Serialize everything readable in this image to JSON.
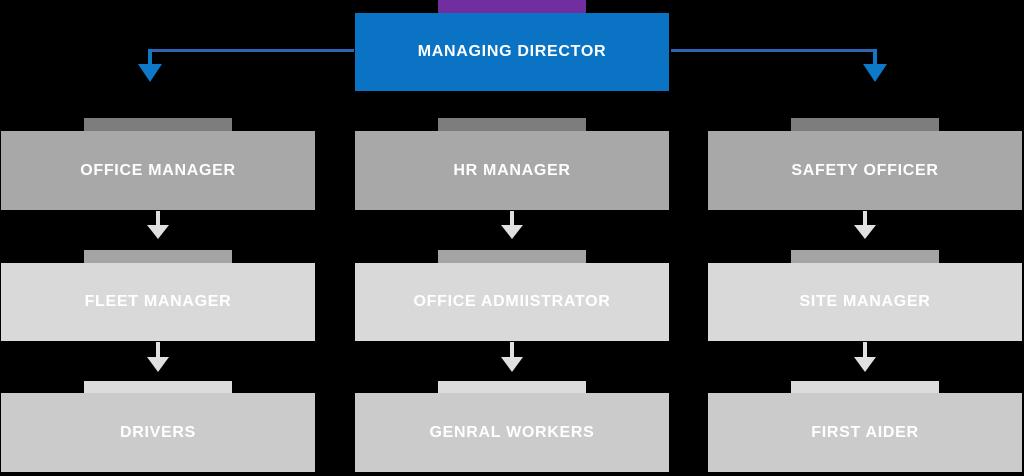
{
  "diagram": {
    "type": "org-chart",
    "root": {
      "label": "MANAGING DIRECTOR"
    },
    "columns": [
      {
        "name": "office",
        "nodes": [
          {
            "level": 1,
            "label": "OFFICE MANAGER"
          },
          {
            "level": 2,
            "label": "FLEET MANAGER"
          },
          {
            "level": 3,
            "label": "DRIVERS"
          }
        ]
      },
      {
        "name": "hr",
        "nodes": [
          {
            "level": 1,
            "label": "HR MANAGER"
          },
          {
            "level": 2,
            "label": "OFFICE ADMIISTRATOR"
          },
          {
            "level": 3,
            "label": "GENRAL WORKERS"
          }
        ]
      },
      {
        "name": "safety",
        "nodes": [
          {
            "level": 1,
            "label": "SAFETY OFFICER"
          },
          {
            "level": 2,
            "label": "SITE MANAGER"
          },
          {
            "level": 3,
            "label": "FIRST AIDER"
          }
        ]
      }
    ],
    "colors": {
      "background": "#000000",
      "root_fill": "#0a73c4",
      "root_accent_tab": "#722da0",
      "level1_fill": "#a8a8a8",
      "level1_tab": "#7d7d7d",
      "level2_fill": "#d9d9d9",
      "level2_tab": "#a4a4a4",
      "level3_fill": "#cbcbcb",
      "level3_tab": "#dcdcdc",
      "connector_line_blue": "#2e64b2",
      "connector_arrow_blue": "#0e78c9",
      "column_arrow_gray": "#e0e0e0",
      "label_text": "#ffffff"
    }
  }
}
